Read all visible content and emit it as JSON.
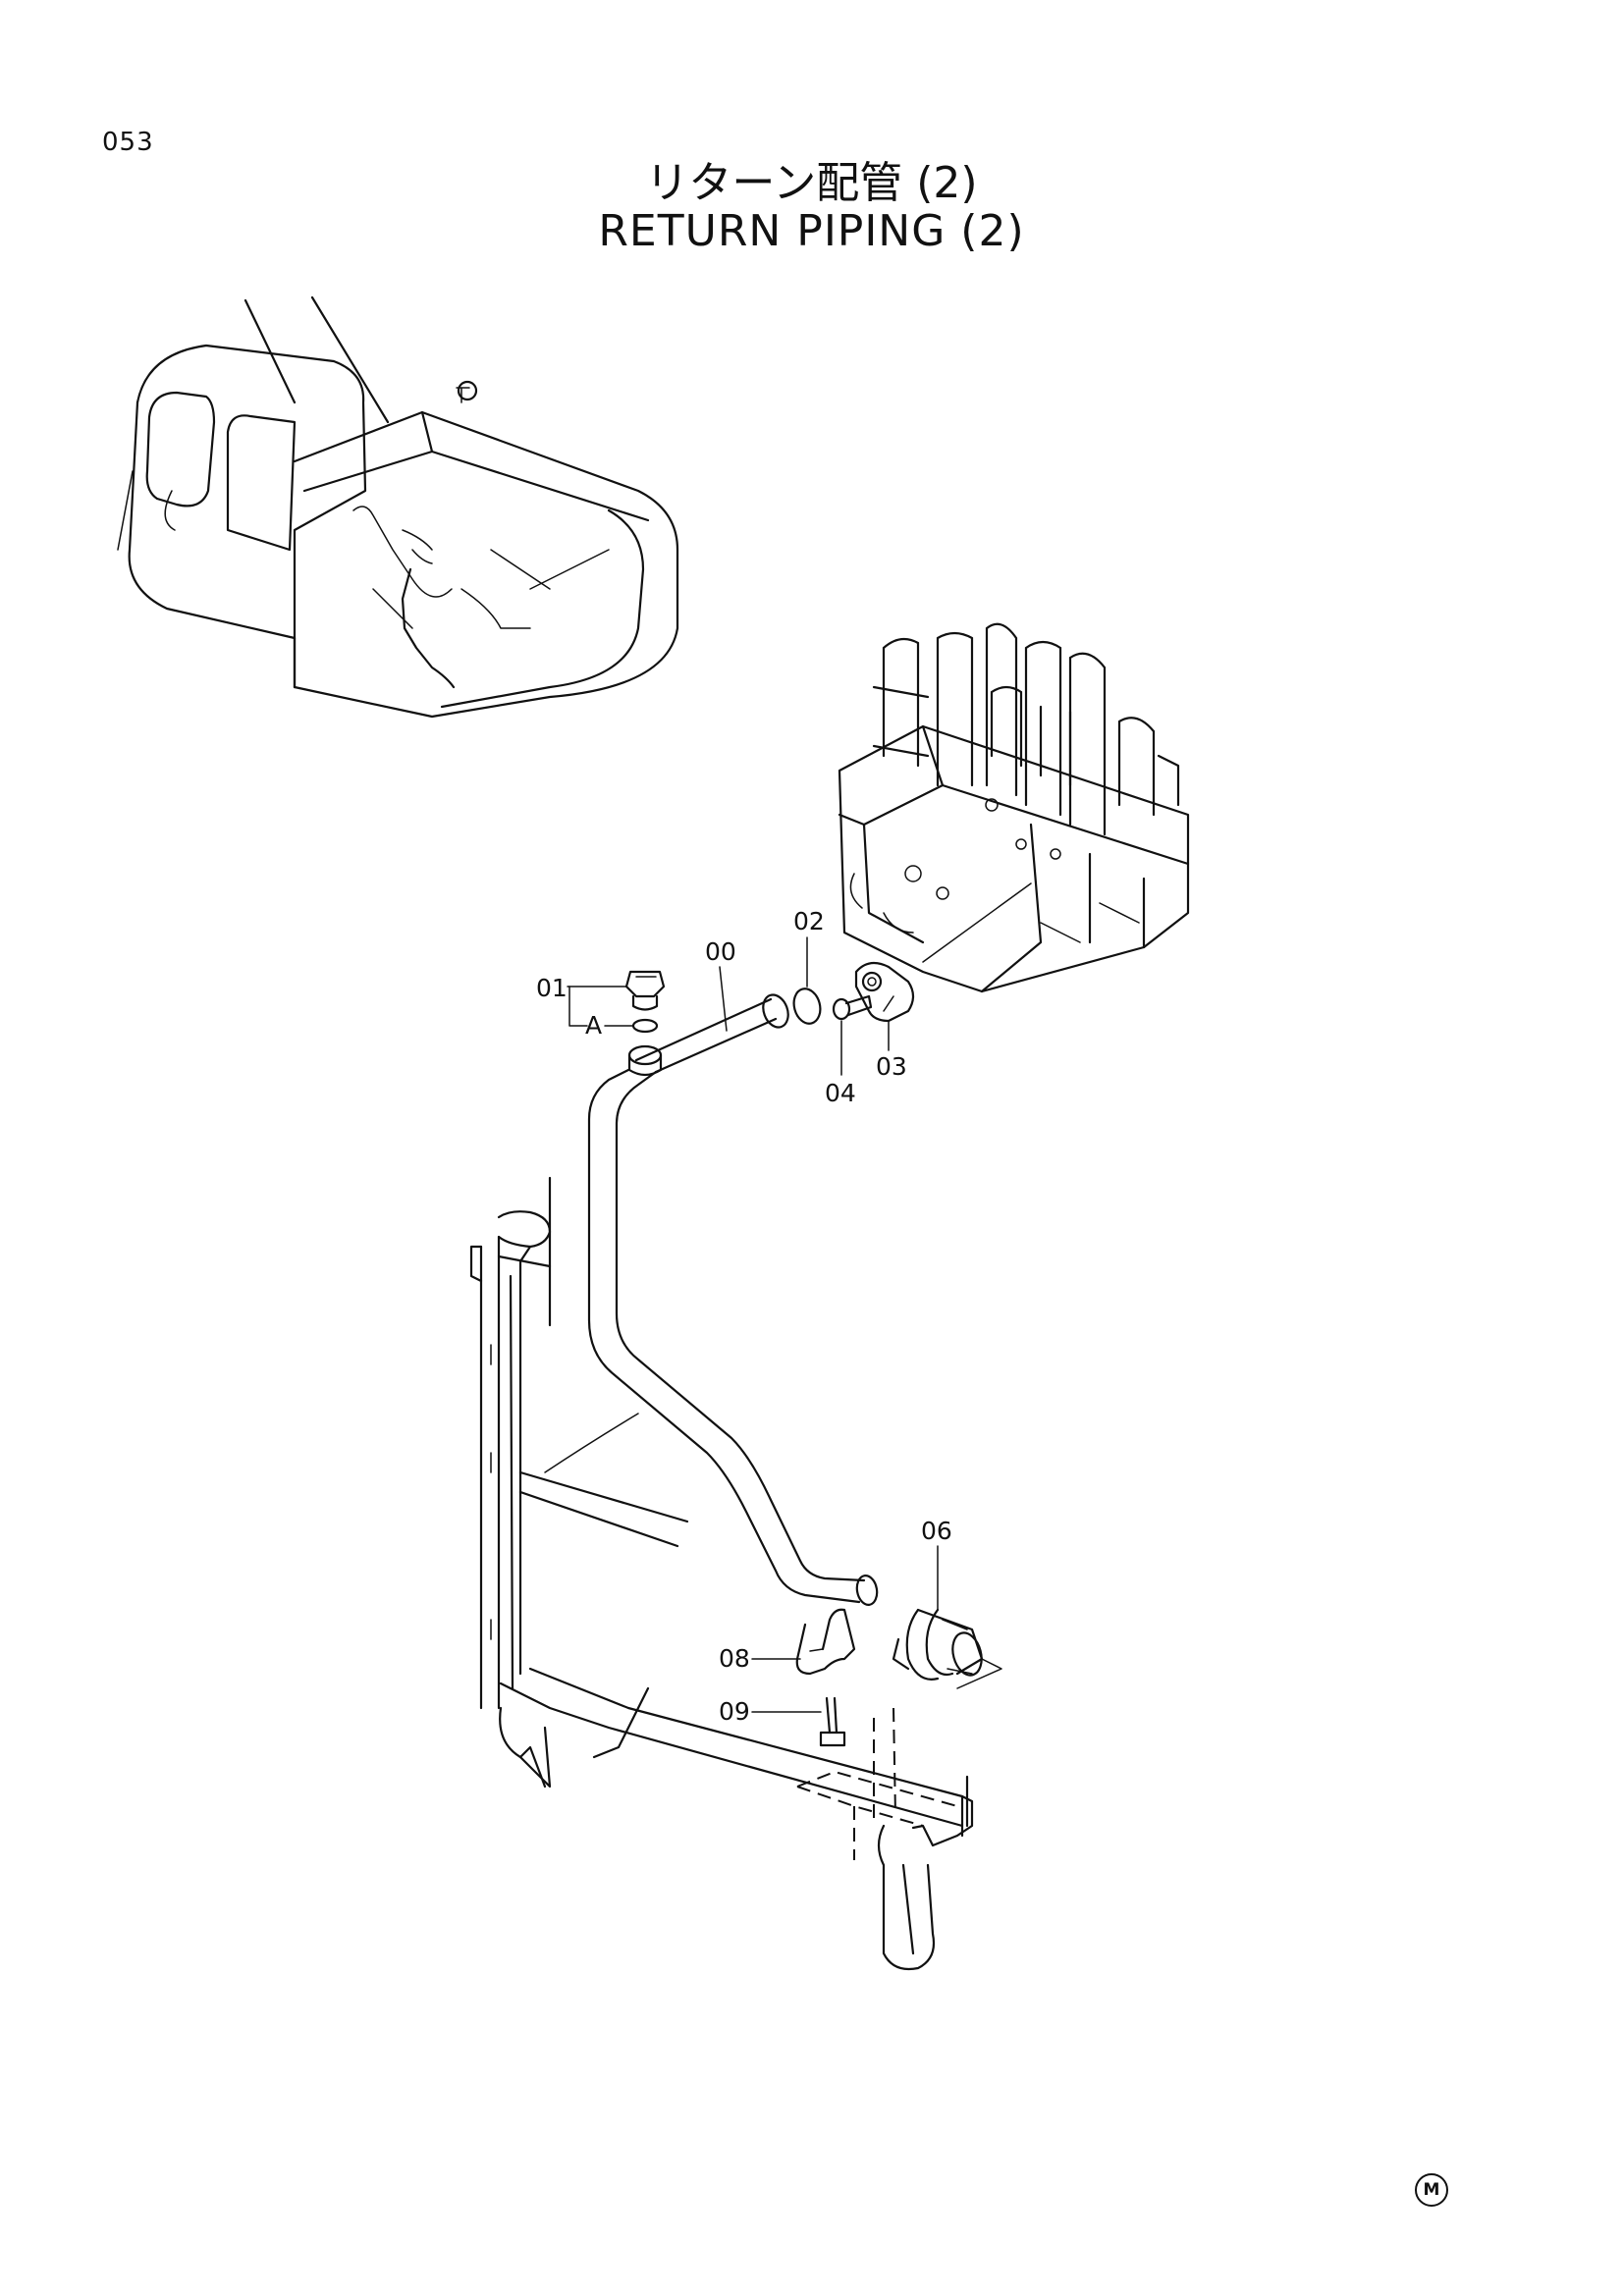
{
  "page": {
    "number": "053",
    "title_jp": "リターン配管 (2)",
    "title_en": "RETURN PIPING (2)",
    "mark": "M"
  },
  "callouts": {
    "c00": "00",
    "c01": "01",
    "c02": "02",
    "c03": "03",
    "c04": "04",
    "c06": "06",
    "c08": "08",
    "c09": "09",
    "cA": "A"
  }
}
